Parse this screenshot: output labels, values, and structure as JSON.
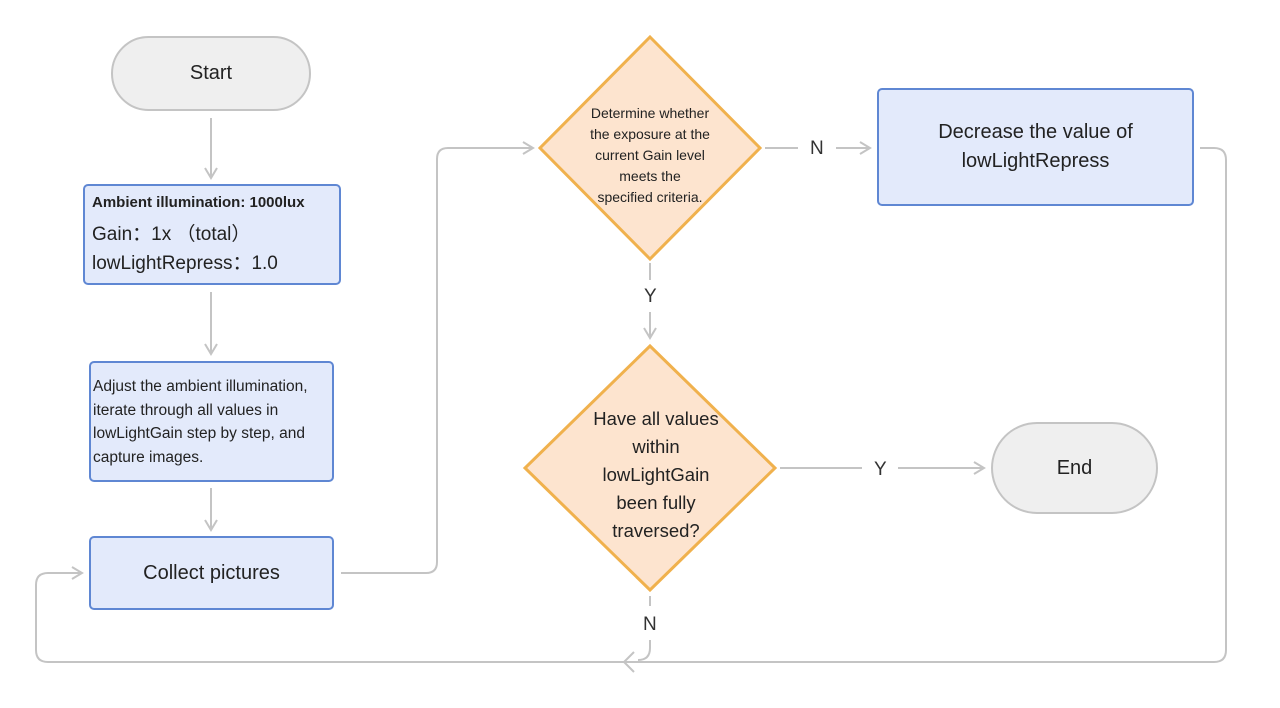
{
  "nodes": {
    "start": "Start",
    "ambient": {
      "title": "Ambient illumination: 1000lux",
      "gain": "Gain：1x （total）",
      "repress": "lowLightRepress：1.0"
    },
    "adjust": "Adjust the ambient illumination, iterate through all values in lowLightGain step by step, and capture images.",
    "collect": "Collect pictures",
    "determine": "Determine whether the exposure at the current Gain level meets the specified criteria.",
    "decrease": "Decrease the value of lowLightRepress",
    "traversed": "Have all values within lowLightGain been fully traversed?",
    "end": "End"
  },
  "edge_labels": {
    "determine_no": "N",
    "determine_yes": "Y",
    "traversed_yes": "Y",
    "traversed_no": "N"
  },
  "colors": {
    "process_fill": "#e3eafb",
    "process_border": "#5f87d3",
    "decision_fill": "#fde4cf",
    "decision_border": "#f0b14d",
    "terminal_fill": "#efefef",
    "terminal_border": "#c4c4c4",
    "connector": "#c4c4c4"
  }
}
